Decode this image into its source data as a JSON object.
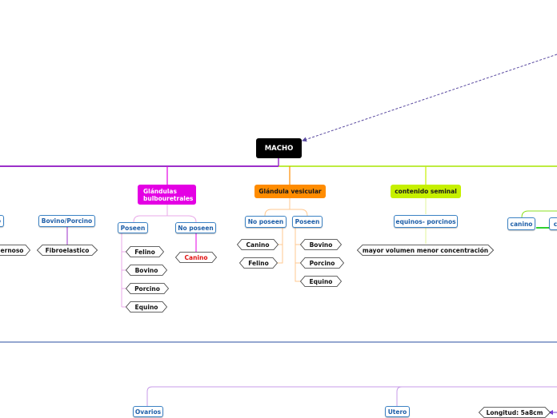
{
  "root": "MACHO",
  "colors": {
    "purple": "#9b2fc9",
    "magenta": "#e400e4",
    "orange": "#ff8c00",
    "lime": "#c6f000",
    "green": "#7ee000",
    "blue": "#3b82c4",
    "dark_blue": "#2a4fa0",
    "red": "#e01010"
  },
  "left_partial": {
    "cut_label": "o",
    "bovino_porcino": "Bovino/Porcino",
    "cavernoso": "ernoso",
    "fibroelastico": "Fibroelastico"
  },
  "bulbouretrales": {
    "label": "Glándulas bulbouretrales",
    "poseen": "Poseen",
    "poseen_items": [
      "Felino",
      "Bovino",
      "Porcino",
      "Equino"
    ],
    "no_poseen": "No poseen",
    "no_poseen_items": [
      "Canino"
    ]
  },
  "vesicular": {
    "label": "Glándula vesicular",
    "no_poseen": "No poseen",
    "no_poseen_items": [
      "Canino",
      "Felino"
    ],
    "poseen": "Poseen",
    "poseen_items": [
      "Bovino",
      "Porcino",
      "Equino"
    ]
  },
  "seminal": {
    "label": "contenido seminal",
    "group": "equinos- porcinos",
    "detail": "mayor volumen menor concentración"
  },
  "right_partial": {
    "canino": "canino",
    "cut_label": "c"
  },
  "bottom": {
    "ovarios": "Ovarios",
    "utero": "Utero",
    "longitud": "Longitud: 5a8cm"
  }
}
